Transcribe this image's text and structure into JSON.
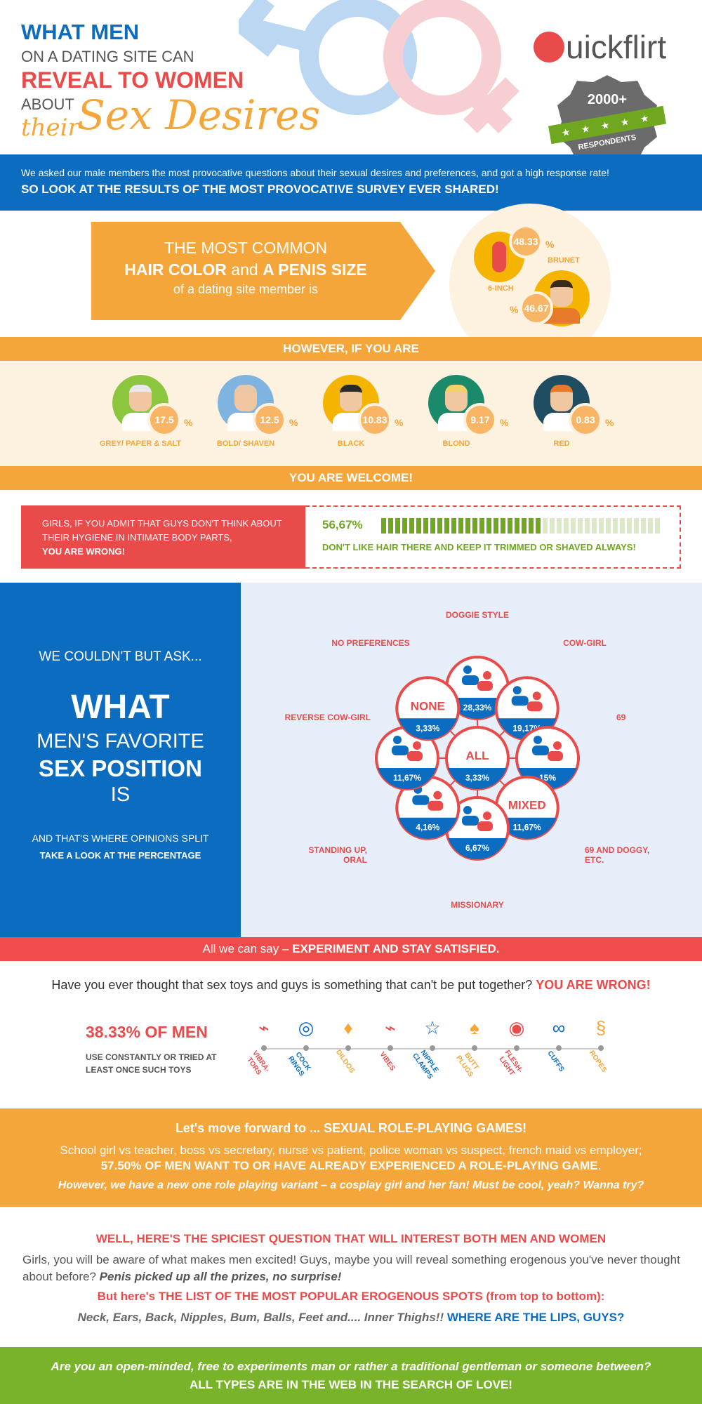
{
  "header": {
    "line1": "WHAT MEN",
    "line2": "ON A DATING SITE CAN",
    "line3": "REVEAL TO WOMEN",
    "line4": "ABOUT",
    "their": "their",
    "sex_desires": "Sex Desires",
    "logo": "uickflirt",
    "badge_count": "2000+",
    "badge_stars": "★ ★ ★ ★ ★",
    "badge_label": "RESPONDENTS"
  },
  "intro": {
    "text": "We asked our male members the most provocative questions about their sexual desires and preferences, and got a high response rate!",
    "headline": "SO LOOK AT THE RESULTS OF THE MOST PROVOCATIVE SURVEY EVER SHARED!"
  },
  "common": {
    "l1": "THE MOST COMMON",
    "l2a": "HAIR COLOR",
    "l2b": " and ",
    "l2c": "A PENIS SIZE",
    "l3": "of a dating site member is",
    "size_value": "48.33",
    "size_pct": "%",
    "size_label": "6-INCH",
    "hair_value": "46.67",
    "hair_pct": "%",
    "hair_label": "BRUNET"
  },
  "however": "HOWEVER, IF YOU ARE",
  "hair_colors": [
    {
      "label": "GREY/ PAPER & SALT",
      "value": "17.5",
      "pct": "%",
      "bg": "#8cc63f",
      "hair": "#e8e8e8"
    },
    {
      "label": "BOLD/ SHAVEN",
      "value": "12.5",
      "pct": "%",
      "bg": "#7fb3e0",
      "hair": "#e7c9a9"
    },
    {
      "label": "BLACK",
      "value": "10.83",
      "pct": "%",
      "bg": "#f5b400",
      "hair": "#2a2a2a"
    },
    {
      "label": "BLOND",
      "value": "9.17",
      "pct": "%",
      "bg": "#1b8a6b",
      "hair": "#f2d16b"
    },
    {
      "label": "RED",
      "value": "0.83",
      "pct": "%",
      "bg": "#1f4e63",
      "hair": "#e6792a"
    }
  ],
  "welcome": "YOU ARE WELCOME!",
  "hygiene": {
    "text": "GIRLS, IF YOU ADMIT THAT GUYS DON'T THINK ABOUT THEIR HYGIENE IN INTIMATE BODY PARTS,",
    "wrong": "YOU ARE WRONG!",
    "pct": "56,67%",
    "fraction": 0.5667,
    "note": "DON'T LIKE HAIR THERE AND KEEP IT TRIMMED OR SHAVED ALWAYS!"
  },
  "positions": {
    "ask": "WE COULDN'T BUT ASK...",
    "what": "WHAT",
    "fav": "MEN'S FAVORITE",
    "sex": "SEX POSITION",
    "is": "IS",
    "split": "AND THAT'S WHERE OPINIONS  SPLIT",
    "look": "TAKE A LOOK AT THE PERCENTAGE",
    "center": {
      "name": "ALL",
      "value": "3,33%"
    },
    "items": [
      {
        "label": "DOGGIE STYLE",
        "value": "28,33%",
        "text": ""
      },
      {
        "label": "COW-GIRL",
        "value": "19,17%",
        "text": ""
      },
      {
        "label": "69",
        "value": "15%",
        "text": ""
      },
      {
        "label": "69 AND DOGGY, ETC.",
        "value": "11,67%",
        "text": "MIXED"
      },
      {
        "label": "MISSIONARY",
        "value": "6,67%",
        "text": ""
      },
      {
        "label": "STANDING UP, ORAL",
        "value": "4,16%",
        "text": ""
      },
      {
        "label": "REVERSE COW-GIRL",
        "value": "11,67%",
        "text": ""
      },
      {
        "label": "NO PREFERENCES",
        "value": "3,33%",
        "text": "NONE"
      }
    ]
  },
  "experiment": {
    "a": "All we can say – ",
    "b": "EXPERIMENT AND STAY SATISFIED."
  },
  "toys": {
    "question": "Have you ever thought that sex toys and guys is something that can't be put together? ",
    "wrong": "YOU ARE WRONG!",
    "stat": "38.33% OF MEN",
    "desc": "USE CONSTANTLY OR TRIED AT LEAST ONCE SUCH TOYS",
    "items": [
      {
        "label": "VIBRA-TORS",
        "color": "#e94b4b",
        "icon": "⌁"
      },
      {
        "label": "COCK RINGS",
        "color": "#0c6cc0",
        "icon": "◎"
      },
      {
        "label": "DILDOS",
        "color": "#f5a63a",
        "icon": "♦"
      },
      {
        "label": "VIBES",
        "color": "#e94b4b",
        "icon": "⌁"
      },
      {
        "label": "NIPPLE CLAMPS",
        "color": "#0c6cc0",
        "icon": "☆"
      },
      {
        "label": "BUTT PLUGS",
        "color": "#f5a63a",
        "icon": "♠"
      },
      {
        "label": "FLESH-LIGHT",
        "color": "#e94b4b",
        "icon": "◉"
      },
      {
        "label": "CUFFS",
        "color": "#0c6cc0",
        "icon": "∞"
      },
      {
        "label": "ROPES",
        "color": "#f5a63a",
        "icon": "§"
      }
    ]
  },
  "role": {
    "title": "Let's move forward to ... SEXUAL ROLE-PLAYING GAMES!",
    "list": "School girl vs teacher, boss vs secretary, nurse vs patient, police woman vs suspect, french maid vs employer;",
    "stat": "57.50% OF MEN WANT TO OR HAVE ALREADY EXPERIENCED A ROLE-PLAYING GAME",
    "stat_end": ".",
    "cosplay": "However, we have a new one role playing variant – a cosplay girl and her fan! Must be cool, yeah? Wanna try?"
  },
  "spicy": {
    "title": "WELL, HERE'S THE SPICIEST QUESTION THAT WILL INTEREST BOTH MEN AND WOMEN",
    "p": "Girls, you will be aware of what makes men excited! Guys, maybe you will reveal something erogenous you've never thought about before? ",
    "p_em": "Penis picked up all the prizes, no surprise!",
    "list_a": "But here's ",
    "list_b": "THE LIST OF THE MOST POPULAR EROGENOUS SPOTS (from top to bottom):",
    "spots": "Neck, Ears, Back, Nipples, Bum, Balls, Feet and.... Inner Thighs!! ",
    "lips": "WHERE ARE THE LIPS, GUYS?"
  },
  "footer": {
    "q": "Are you an open-minded, free to experiments man or rather a traditional gentleman or someone between?",
    "b": "ALL TYPES ARE IN THE WEB IN THE SEARCH OF LOVE!"
  }
}
